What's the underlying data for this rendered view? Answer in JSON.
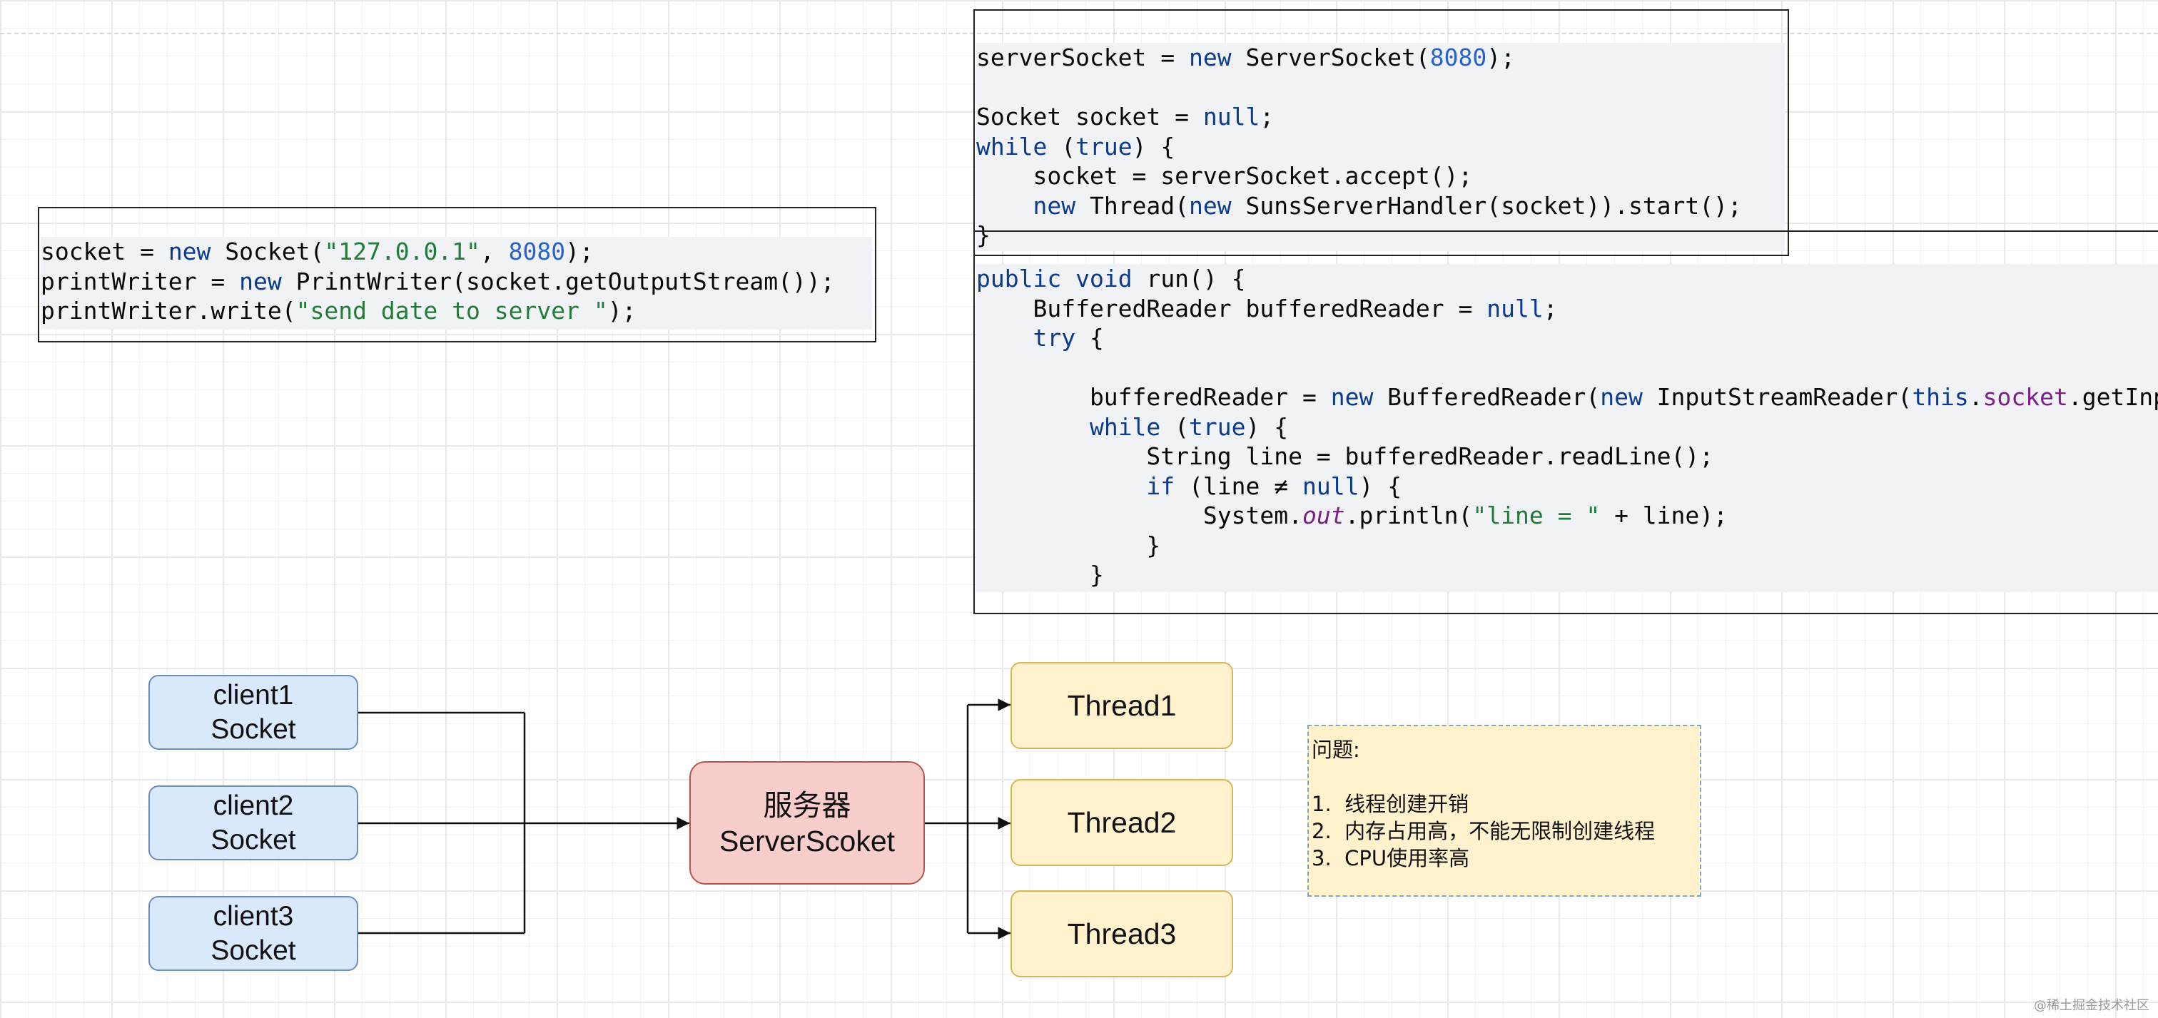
{
  "client_code": {
    "line1": {
      "var": "socket = ",
      "kw": "new",
      "type": " Socket(",
      "str": "\"127.0.0.1\"",
      "sep": ", ",
      "num": "8080",
      "end": ");"
    },
    "line2": {
      "var": "printWriter = ",
      "kw": "new",
      "rest": " PrintWriter(socket.getOutputStream());"
    },
    "line3": {
      "start": "printWriter.write(",
      "str": "\"send date to server \"",
      "end": ");"
    }
  },
  "server_code": {
    "line1": {
      "var": "serverSocket = ",
      "kw": "new",
      "type": " ServerSocket(",
      "num": "8080",
      "end": ");"
    },
    "line2": {
      "start": "Socket socket = ",
      "kw": "null",
      "end": ";"
    },
    "line3": {
      "kw1": "while",
      "mid": " (",
      "kw2": "true",
      "end": ") {"
    },
    "line4": {
      "text": "    socket = serverSocket.accept();"
    },
    "line5": {
      "indent": "    ",
      "kw1": "new",
      "mid": " Thread(",
      "kw2": "new",
      "end": " SunsServerHandler(socket)).start();"
    },
    "line6": {
      "text": "}"
    }
  },
  "handler_code": {
    "line1": {
      "kw1": "public",
      "sp": " ",
      "kw2": "void",
      "end": " run() {"
    },
    "line2": {
      "start": "    BufferedReader bufferedReader = ",
      "kw": "null",
      "end": ";"
    },
    "line3": {
      "indent": "    ",
      "kw": "try",
      "end": " {"
    },
    "line4": {
      "start": "        bufferedReader = ",
      "kw1": "new",
      "mid": " BufferedReader(",
      "kw2": "new",
      "mid2": " InputStreamReader(",
      "kw3": "this",
      "dot": ".",
      "field": "socket",
      "end": ".getInputStream()));"
    },
    "line5": {
      "indent": "        ",
      "kw1": "while",
      "mid": " (",
      "kw2": "true",
      "end": ") {"
    },
    "line6": {
      "text": "            String line = bufferedReader.readLine();"
    },
    "line7": {
      "indent": "            ",
      "kw1": "if",
      "mid": " (line ≠ ",
      "kw2": "null",
      "end": ") {"
    },
    "line8": {
      "start": "                System.",
      "ital": "out",
      "mid": ".println(",
      "str": "\"line = \"",
      "end": " + line);"
    },
    "line9": {
      "text": "            }"
    },
    "line10": {
      "text": "        }"
    }
  },
  "diagram": {
    "clients": [
      {
        "line1": "client1",
        "line2": "Socket"
      },
      {
        "line1": "client2",
        "line2": "Socket"
      },
      {
        "line1": "client3",
        "line2": "Socket"
      }
    ],
    "server": {
      "line1": "服务器",
      "line2": "ServerScoket"
    },
    "threads": [
      "Thread1",
      "Thread2",
      "Thread3"
    ]
  },
  "note": {
    "title": "问题:",
    "items": [
      "1.  线程创建开销",
      "2.  内存占用高，不能无限制创建线程",
      "3.  CPU使用率高"
    ]
  },
  "watermark": "@稀土掘金技术社区",
  "colors": {
    "client_fill": "#dae8fc",
    "client_border": "#6c8ebf",
    "server_fill": "#f8cecc",
    "server_border": "#b85450",
    "thread_fill": "#fff2cc",
    "thread_border": "#d6b656",
    "keyword": "#0c3a8c",
    "number": "#2a62c8",
    "string": "#237a3a"
  }
}
